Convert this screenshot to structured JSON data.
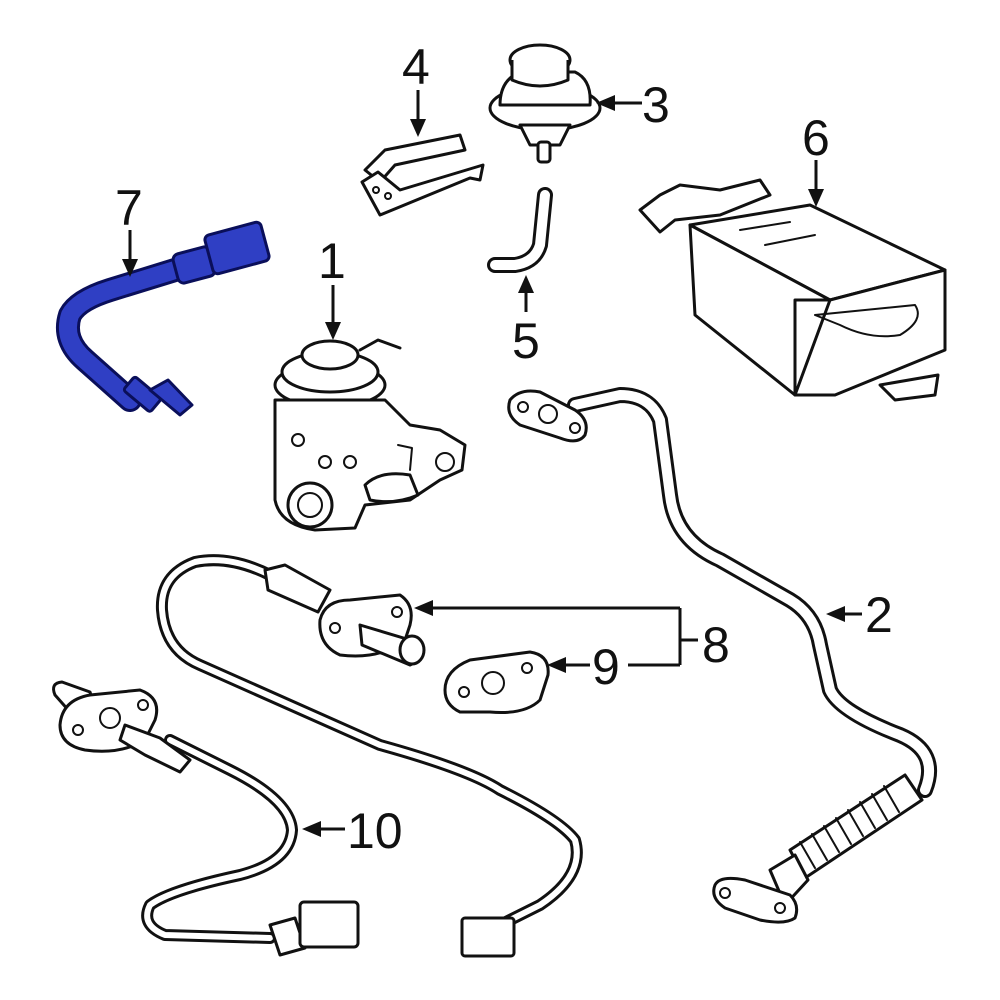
{
  "diagram": {
    "callouts": [
      {
        "id": "1",
        "label": "1"
      },
      {
        "id": "2",
        "label": "2"
      },
      {
        "id": "3",
        "label": "3"
      },
      {
        "id": "4",
        "label": "4"
      },
      {
        "id": "5",
        "label": "5"
      },
      {
        "id": "6",
        "label": "6"
      },
      {
        "id": "7",
        "label": "7"
      },
      {
        "id": "8",
        "label": "8"
      },
      {
        "id": "9",
        "label": "9"
      },
      {
        "id": "10",
        "label": "10"
      }
    ],
    "highlight_color": "#2f3fc4",
    "highlighted_part": "7"
  }
}
